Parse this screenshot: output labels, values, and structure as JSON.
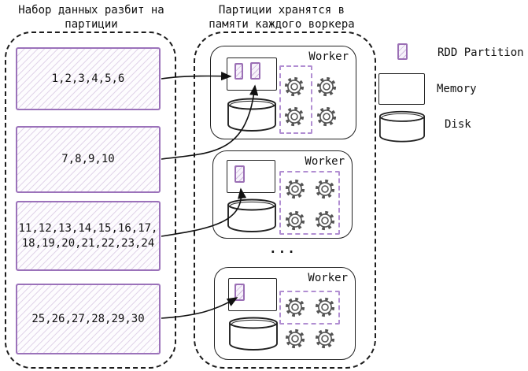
{
  "titles": {
    "left": "Набор данных разбит на\nпартиции",
    "right": "Партиции хранятся в\nпамяти каждого воркера"
  },
  "dataset": {
    "partitions": [
      "1,2,3,4,5,6",
      "7,8,9,10",
      "11,12,13,14,15,16,17,\n18,19,20,21,22,23,24",
      "25,26,27,28,29,30"
    ]
  },
  "workers": [
    {
      "label": "Worker",
      "partitions_in_memory": 2
    },
    {
      "label": "Worker",
      "partitions_in_memory": 1
    },
    {
      "label": "Worker",
      "partitions_in_memory": 1
    }
  ],
  "ellipsis": "...",
  "legend": [
    {
      "icon": "rdd-partition-icon",
      "label": "RDD Partition"
    },
    {
      "icon": "memory-icon",
      "label": "Memory"
    },
    {
      "icon": "disk-icon",
      "label": "Disk"
    }
  ],
  "colors": {
    "partition_border": "#9b6fb5",
    "partition_hatch": "#cbb3de",
    "gear": "#555555",
    "gear_box_dashed": "#b18ed2",
    "outline": "#1a1a1a"
  }
}
